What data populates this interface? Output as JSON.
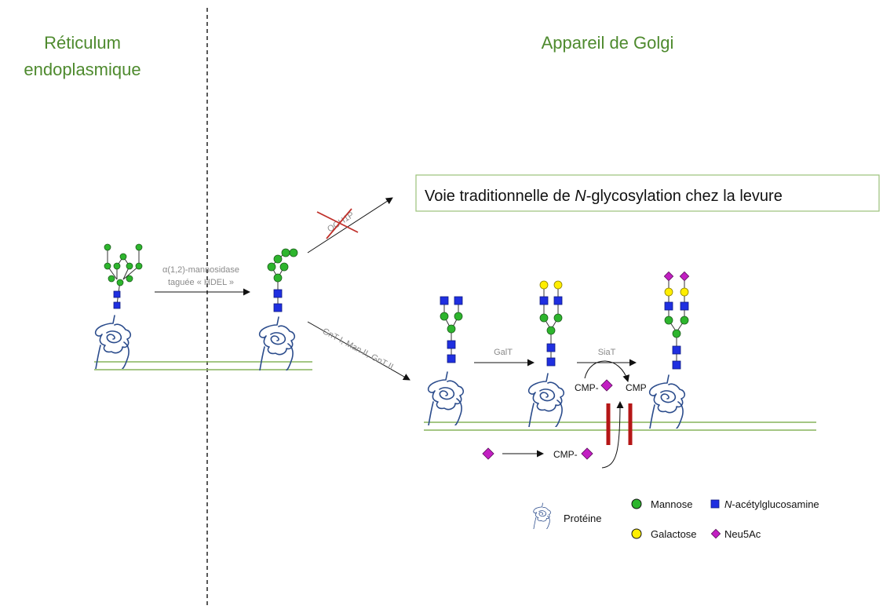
{
  "regions": {
    "er": {
      "title_line1": "Réticulum",
      "title_line2": "endoplasmique"
    },
    "golgi": {
      "title": "Appareil de Golgi"
    }
  },
  "yeast_pathway": {
    "prefix": "Voie traditionnelle de ",
    "italic": "N",
    "suffix": "-glycosylation chez la levure",
    "blocked_enzyme": "OCH1P"
  },
  "enzymes": {
    "mannosidase_line1": "α(1,2)-mannosidase",
    "mannosidase_line2": "taguée « HDEL »",
    "gnt": "GnT I, Man II, GnT II",
    "galt": "GalT",
    "siat": "SiaT"
  },
  "cmp": {
    "cmp_neu_label": "CMP-",
    "cmp_label": "CMP",
    "cmp_cytosol_label": "CMP-"
  },
  "legend": {
    "protein": "Protéine",
    "mannose": "Mannose",
    "glcnac_italic": "N",
    "glcnac_rest": "-acétylglucosamine",
    "galactose": "Galactose",
    "neu5ac": "Neu5Ac"
  },
  "colors": {
    "mannose": "#2db52d",
    "glcnac": "#1f2fe0",
    "galactose": "#ffee00",
    "neu5ac": "#c21fc2",
    "membrane": "#86b35c",
    "transporter": "#b51616",
    "protein": "#2b4c8c",
    "title": "#4e8a2e",
    "block_cross": "#c0302a"
  }
}
